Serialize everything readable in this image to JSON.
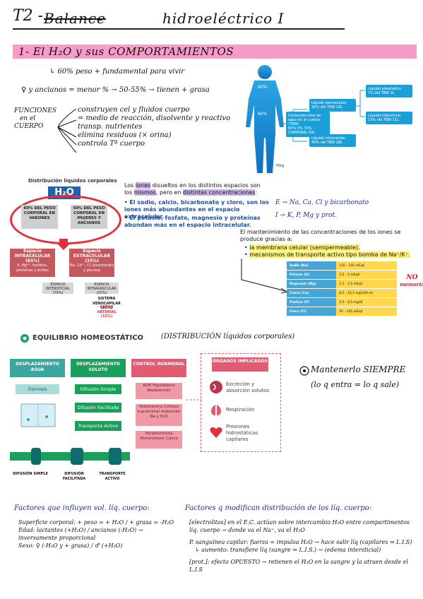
{
  "header": {
    "prefix": "T2 -",
    "struck": "Balance",
    "main": "hidroeléctrico I"
  },
  "section1": {
    "title": "1- El H₂O y sus COMPORTAMIENTOS",
    "line1": "↳ 60% peso + fundamental para vivir",
    "line2": "♀ y ancianos = menor % → 50-55% → tienen + grasa",
    "funciones_label": [
      "FUNCIONES",
      "en el",
      "CUERPO"
    ],
    "funciones": [
      "construyen cel y fluidos cuerpo",
      "= medio de reacción, disolvente y reactivo",
      "transp. nutrientes",
      "elimina residuos (× orina)",
      "controla Tª cuerpo"
    ],
    "figure": {
      "pct_top": "60%",
      "pct_mid": "60%",
      "weight": "70kg",
      "tbw_label": "Contenido total de agua en el cuerpo (TBW)",
      "tbw_sub": "60% 0% 70% CORPORAL 42L",
      "extra_label": "Líquido extracelular",
      "extra_sub": "20% del TBW 14L",
      "intra_label": "Líquido intracelular",
      "intra_sub": "40% del TBW 28L",
      "plasma": "Líquido plasmático",
      "plasma_sub": "7% del TBW 3L",
      "intersticial": "Líquido intersticial",
      "intersticial_sub": "15% del TBW 11L"
    }
  },
  "section2": {
    "diagram_title": "Distribución líquidos corporales",
    "h2o": "H₂O",
    "left_box": "60% DEL PESO CORPORAL EN VARONES",
    "right_box": "50% DEL PESO CORPORAL EN MUJERES Y ANCIANOS",
    "intra_box": "Espacio INTRACELULAR (65%)",
    "intra_sub": "K, Mg²⁺, fosfatos, proteínas y ácidos",
    "extra_box": "Espacio EXTRACELULAR (35%)",
    "extra_sub": "Na, Ca²⁺, Cl, bicarbonato y glucosa",
    "intersticial": "ESPACIO INTERSTICIAL (75%)",
    "intravascular": "ESPACIO INTRAVASCULAR (25%)",
    "venocapilar": "SISTEMA VENOCAPILAR (85%)",
    "arterial": "LECHO ARTERIAL (15%)",
    "para1": [
      "Los ",
      "iones",
      " disueltos en los distintos espacios son los ",
      "mismos",
      ", pero en ",
      "distintas concentraciones",
      ":"
    ],
    "bullet1": "El sodio, calcio, bicarbonato y cloro, son los iones más abundantes en el espacio extracelular.",
    "bullet2": "El potasio, fosfato, magnesio y proteínas abundan más en el espacio intracelular.",
    "note_e": "E → Na, Ca, Cl y bicarbonato",
    "note_i": "I → K, P, Mg y prot.",
    "para2": "El mantenimiento de las concentraciones de los iones se produce gracias a:",
    "bullet3": "la membrana celular (semipermeable).",
    "bullet4": "mecanismos de transporte activo tipo bomba de Na⁺/K⁺.",
    "table": [
      [
        "Sodio (Na)",
        "135 - 145 mEq/l"
      ],
      [
        "Potasio (K)",
        "3,5 - 5 mEq/l"
      ],
      [
        "Magnesio (Mg)",
        "1,5 - 2,5 mEq/l"
      ],
      [
        "Calcio (Ca)",
        "8,5 - 10,5 mg/100 ml"
      ],
      [
        "Fósforo (P)",
        "2,5 - 4,5 mg/dl"
      ],
      [
        "Cloro (Cl)",
        "95 - 105 mEq/l"
      ]
    ],
    "no_memoria": [
      "NO",
      "memoria"
    ]
  },
  "section3": {
    "title": "EQUILIBRIO HOMEOSTÁTICO",
    "title_note": "(DISTRIBUCIÓN líquidos corporales)",
    "col1_head": "DESPLAZAMIENTO AGUA",
    "col1_items": [
      "Ósmosis"
    ],
    "col2_head": "DESPLAZAMIENTO SOLUTO",
    "col2_items": [
      "Difusión Simple",
      "Difusión Facilitada",
      "Transporte Activo"
    ],
    "col3_head": "CONTROL HORMONAL",
    "col3_items": [
      "ADH Hipotálamo Reabsorción",
      "Aldosterona Corteza suprarrenal reabsorbe Na y H₂O",
      "Parathormona Homeostasis Calcio"
    ],
    "organs_head": "ÓRGANOS IMPLICADOS",
    "organs": [
      "Excreción y absorción solutos",
      "Respiración",
      "Presiones hidrostáticas capilares"
    ],
    "diff_labels": [
      "DIFUSIÓN SIMPLE",
      "DIFUSIÓN FACILITADA",
      "TRANSPORTE ACTIVO"
    ],
    "mantenerlo": "Mantenerlo SIEMPRE",
    "mantenerlo_sub": "(lo q entra = lo q sale)"
  },
  "section4": {
    "left_title": "Factores que influyen vol. líq. cuerpo:",
    "left_items": [
      "Superficie corporal: + peso = + H₂O / + grasa = -H₂O",
      "Edad: lactantes (+H₂O) / ancianos (-H₂O) → inversamente proporcional",
      "Sexo: ♀ (-H₂O y + grasa) / ♂ (+H₂O)"
    ],
    "right_title": "Factores q modifican distribución de los líq. cuerpo:",
    "right_items": [
      "[electrolitos] en el E.C. actúan sobre intercambio H₂O entre compartimentos líq. cuerpo → donde va el Na⁺, va el H₂O",
      "P. sanguínea capilar: fuerza = impulsa H₂O → hace salir líq (capilares ⇒ L.I.S)",
      "↳ aumento: transfiere líq (sangre ⇒ L.I.S.) → (edema intersticial)",
      "[prot.]: efecto OPUESTO → retienen el H₂O en la sangre y la atraen desde el L.I.S"
    ]
  },
  "colors": {
    "pink_bar": "#f59cc7",
    "blue": "#1f63ad",
    "red": "#e0323d",
    "teal": "#3aa6a0",
    "green": "#1aa05b",
    "pink": "#e25b73",
    "yellow": "#ffd84d"
  }
}
